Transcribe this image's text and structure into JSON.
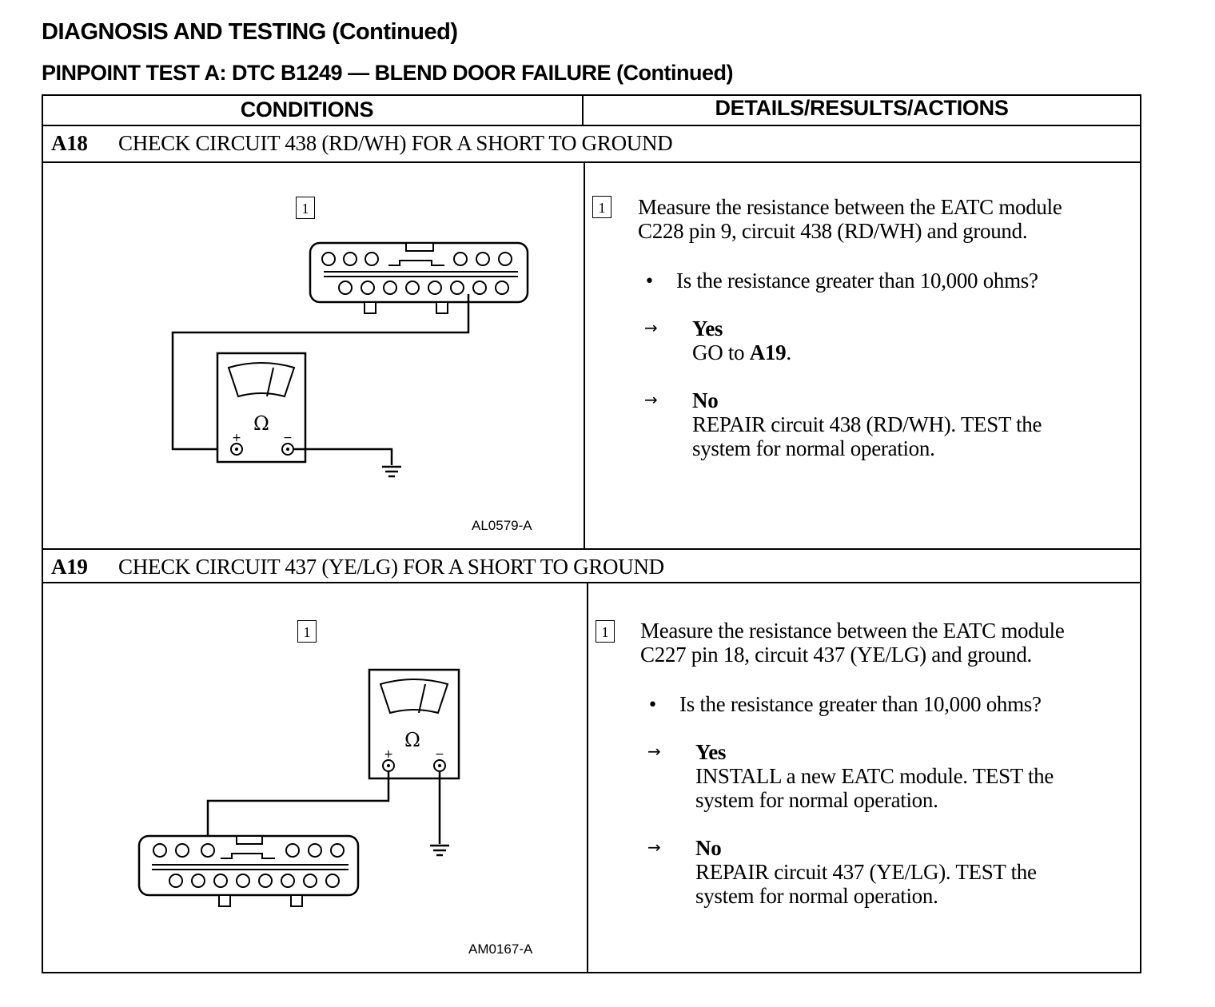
{
  "header": {
    "title": "DIAGNOSIS AND TESTING (Continued)",
    "subtitle": "PINPOINT TEST A:  DTC B1249 — BLEND DOOR FAILURE (Continued)"
  },
  "table": {
    "columns": [
      "CONDITIONS",
      "DETAILS/RESULTS/ACTIONS"
    ],
    "steps": [
      {
        "id": "A18",
        "title": "CHECK CIRCUIT 438 (RD/WH) FOR A SHORT TO GROUND",
        "diagram_callout": "1",
        "figure_code": "AL0579-A",
        "detail_callout": "1",
        "instruction_lines": [
          "Measure the resistance between the EATC module",
          "C228 pin 9, circuit 438 (RD/WH) and ground."
        ],
        "question": "Is the resistance greater than 10,000 ohms?",
        "yes_label": "Yes",
        "yes_action_prefix": "GO to ",
        "yes_action_ref": "A19",
        "yes_action_suffix": ".",
        "no_label": "No",
        "no_action_lines": [
          "REPAIR circuit 438 (RD/WH). TEST the",
          "system for normal operation."
        ]
      },
      {
        "id": "A19",
        "title": "CHECK CIRCUIT 437 (YE/LG) FOR A SHORT TO GROUND",
        "diagram_callout": "1",
        "figure_code": "AM0167-A",
        "detail_callout": "1",
        "instruction_lines": [
          "Measure the resistance between the EATC module",
          "C227 pin 18, circuit 437 (YE/LG) and ground."
        ],
        "question": "Is the resistance greater than 10,000 ohms?",
        "yes_label": "Yes",
        "yes_action_lines": [
          "INSTALL a new EATC module. TEST the",
          "system for normal operation."
        ],
        "no_label": "No",
        "no_action_lines": [
          "REPAIR circuit 437 (YE/LG). TEST the",
          "system for normal operation."
        ]
      }
    ]
  },
  "icons": {
    "arrow": "right-arrow-icon",
    "bullet": "bullet-icon",
    "meter": "ohmmeter-icon",
    "ground": "ground-symbol-icon",
    "connector": "connector-icon",
    "ohm_symbol": "Ω",
    "plus": "+",
    "minus": "−"
  }
}
